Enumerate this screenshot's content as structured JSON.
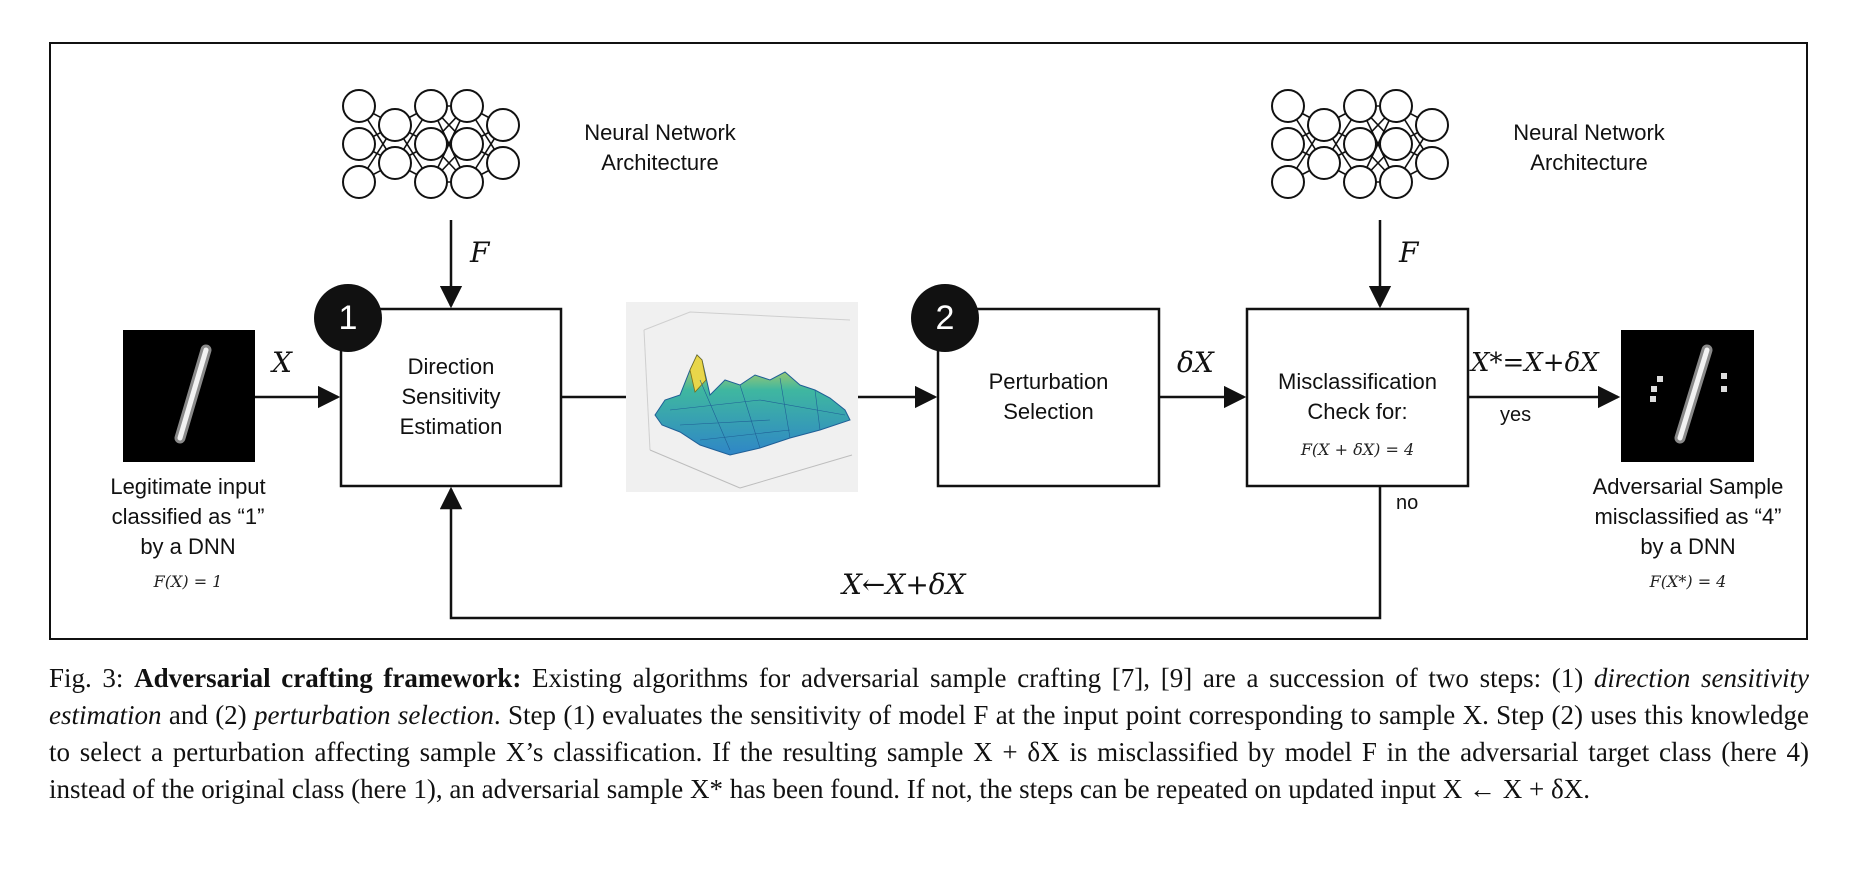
{
  "network_label": "Neural Network\nArchitecture",
  "f_symbol": "F",
  "x_symbol": "X",
  "dx_symbol": "δX",
  "x_star": "X*=X+δX",
  "loop_label": "X←X+δX",
  "step1": {
    "badge": "1",
    "label": "Direction\nSensitivity\nEstimation"
  },
  "step2": {
    "badge": "2",
    "label": "Perturbation\nSelection"
  },
  "check": {
    "label": "Misclassification\nCheck for:",
    "formula": "F(X + δX) = 4"
  },
  "yes_label": "yes",
  "no_label": "no",
  "input": {
    "caption": "Legitimate input\nclassified as “1”\nby a DNN",
    "formula": "F(X) = 1"
  },
  "output": {
    "caption": "Adversarial Sample\nmisclassified as “4”\nby a DNN",
    "formula": "F(X*) = 4"
  },
  "caption": {
    "fig": "Fig. 3:",
    "title": "Adversarial crafting framework:",
    "text1": "Existing algorithms for adversarial sample crafting [7], [9] are a succession of two steps: (1)",
    "term1": "direction sensitivity estimation",
    "text2": "and (2)",
    "term2": "perturbation selection",
    "text3": ". Step (1) evaluates the sensitivity of model F at the input point corresponding to sample X. Step (2) uses this knowledge to select a perturbation affecting sample X’s classification. If the resulting sample X + δX is misclassified by model F in the adversarial target class (here 4) instead of the original class (here 1), an adversarial sample X* has been found. If not, the steps can be repeated on updated input X ← X + δX."
  },
  "colors": {
    "line": "#111111",
    "digit_bg": "#000000",
    "surface": "#3a9fd0",
    "peak": "#e8d64a"
  }
}
